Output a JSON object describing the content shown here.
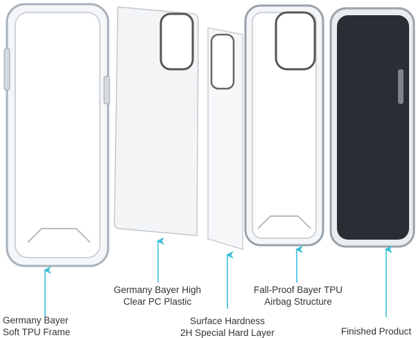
{
  "labels": [
    {
      "line1": "Germany Bayer",
      "line2": "Soft TPU Frame"
    },
    {
      "line1": "Germany Bayer High",
      "line2": "Clear PC Plastic"
    },
    {
      "line1": "Surface Hardness",
      "line2": "2H Special Hard Layer"
    },
    {
      "line1": "Fall-Proof Bayer TPU",
      "line2": "Airbag Structure"
    },
    {
      "line1": "Finished Product"
    }
  ],
  "colors": {
    "arrow": "#3bbfd8",
    "text": "#333333",
    "phone_screen": "#2a2d33"
  }
}
